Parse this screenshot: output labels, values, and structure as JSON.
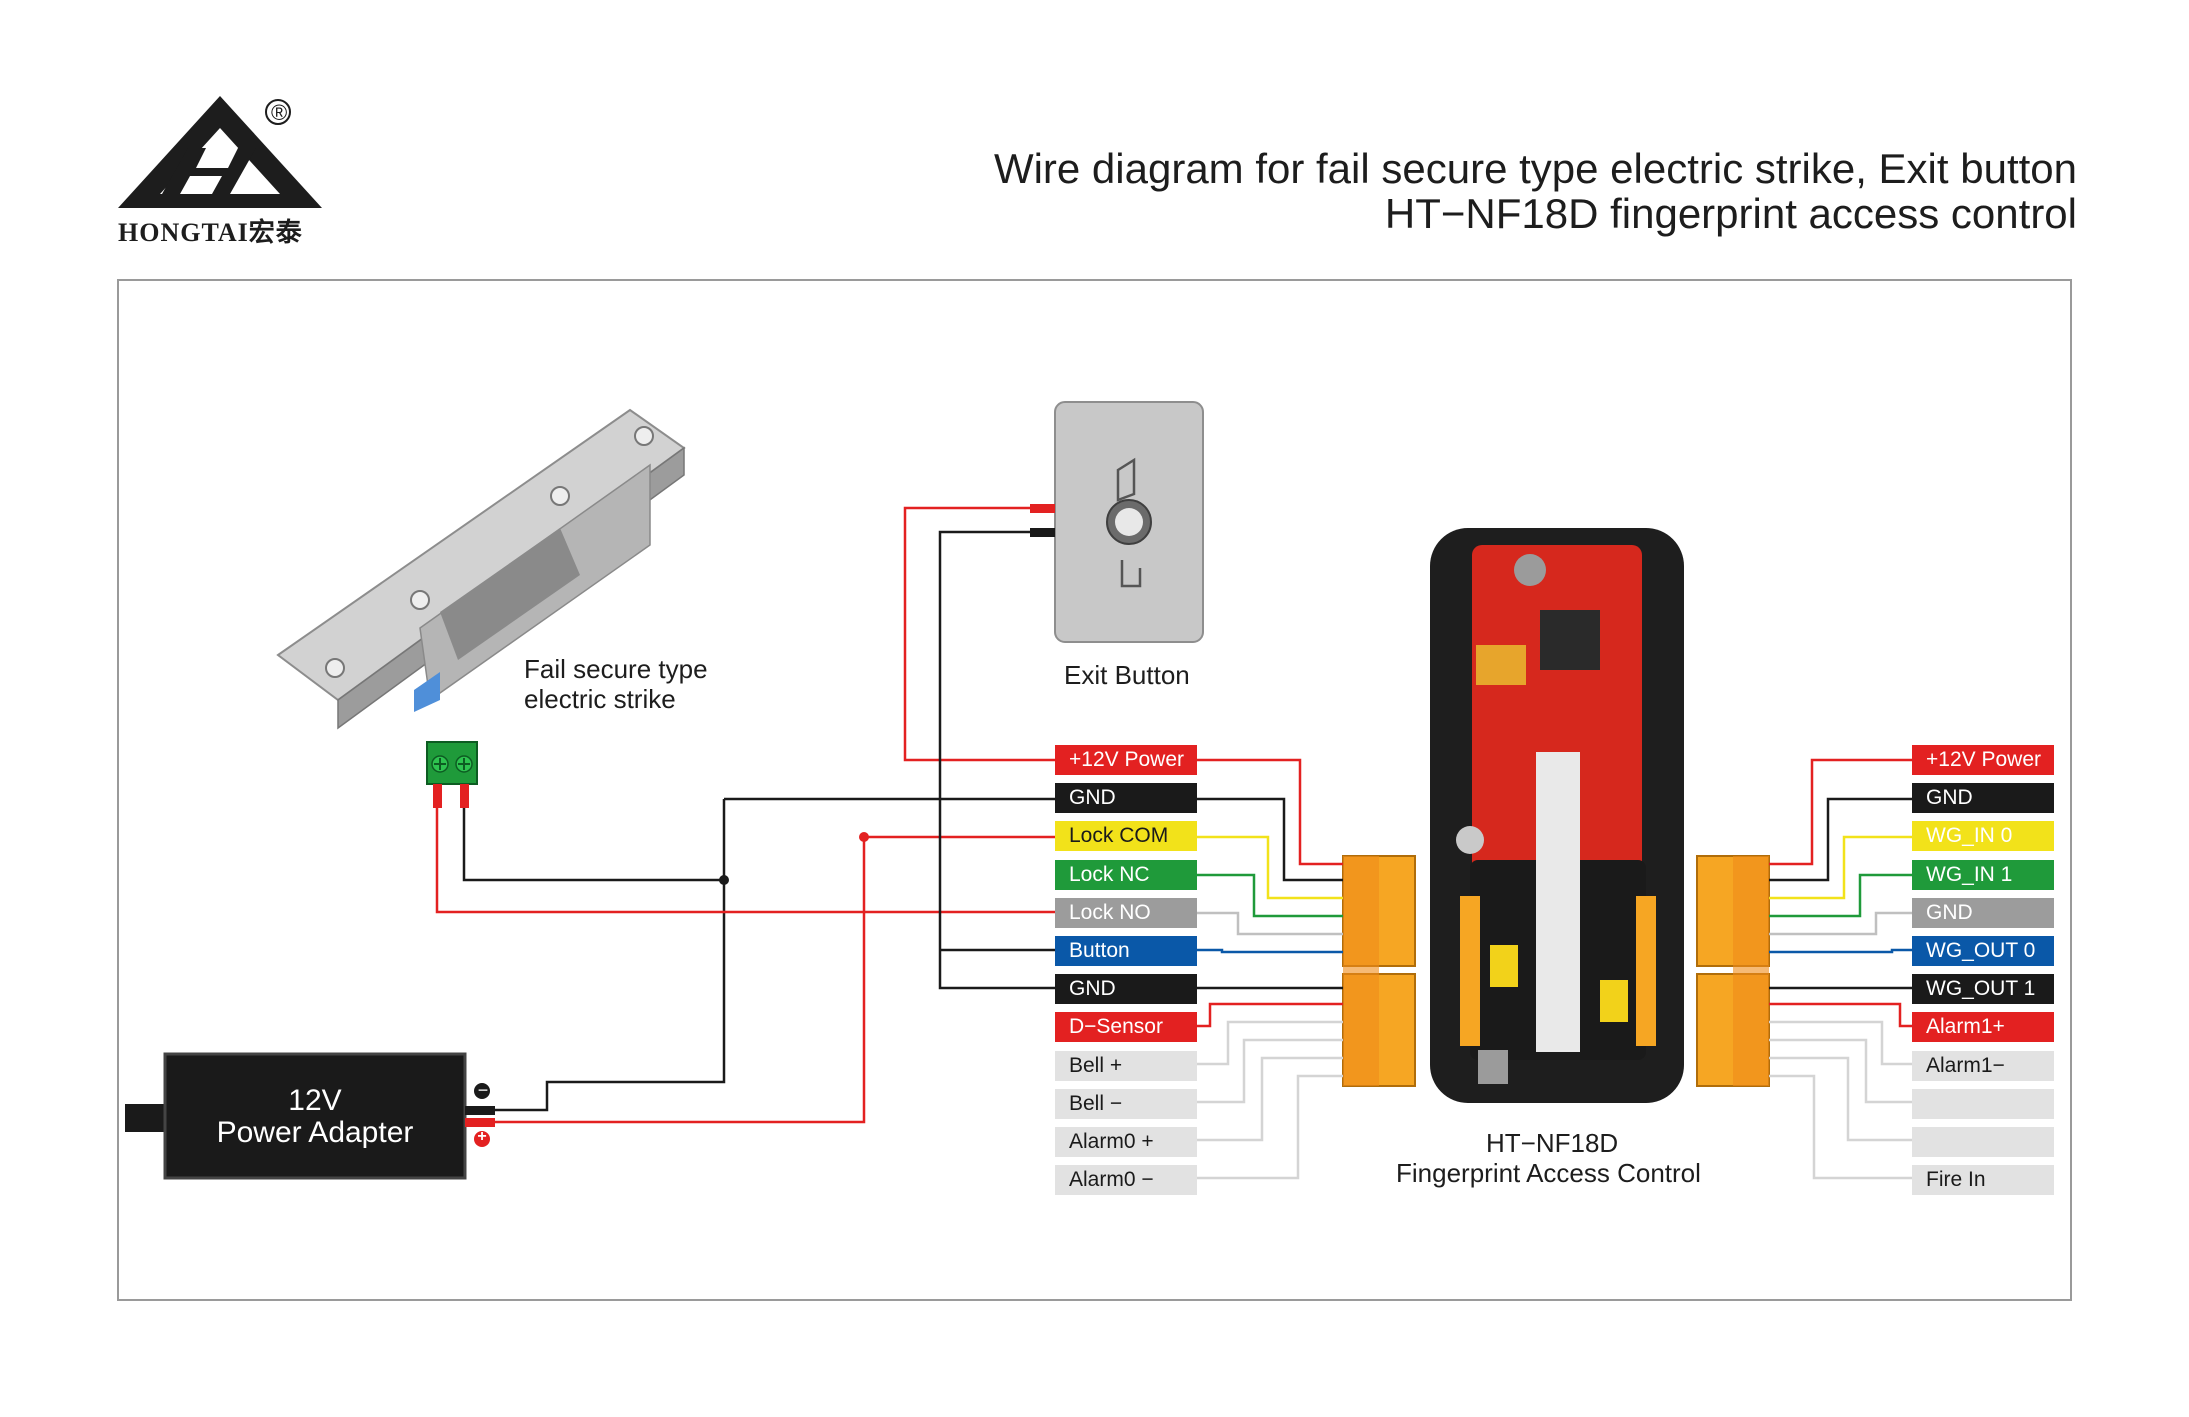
{
  "header": {
    "brand": "HONGTAI宏泰",
    "registered_mark": "®",
    "title_line1": "Wire diagram for fail secure type electric strike, Exit button",
    "title_line2": "HT−NF18D fingerprint access control"
  },
  "components": {
    "strike_caption_line1": "Fail secure type",
    "strike_caption_line2": "electric strike",
    "exit_button_caption": "Exit Button",
    "controller_caption_line1": "HT−NF18D",
    "controller_caption_line2": "Fingerprint Access Control",
    "adapter_line1": "12V",
    "adapter_line2": "Power Adapter",
    "adapter_minus": "−",
    "adapter_plus": "+"
  },
  "left_terminals": [
    {
      "label": "+12V Power",
      "bg": "#e32121",
      "fg": "#ffffff"
    },
    {
      "label": "GND",
      "bg": "#1a1a1a",
      "fg": "#ffffff"
    },
    {
      "label": "Lock COM",
      "bg": "#f2e21a",
      "fg": "#1a1a1a"
    },
    {
      "label": "Lock NC",
      "bg": "#1f9a3a",
      "fg": "#ffffff"
    },
    {
      "label": "Lock NO",
      "bg": "#9c9c9c",
      "fg": "#ffffff"
    },
    {
      "label": "Button",
      "bg": "#0a58a8",
      "fg": "#ffffff"
    },
    {
      "label": "GND",
      "bg": "#1a1a1a",
      "fg": "#ffffff"
    },
    {
      "label": "D−Sensor",
      "bg": "#e32121",
      "fg": "#ffffff"
    },
    {
      "label": "Bell +",
      "bg": "#e2e2e2",
      "fg": "#1a1a1a"
    },
    {
      "label": "Bell −",
      "bg": "#e2e2e2",
      "fg": "#1a1a1a"
    },
    {
      "label": "Alarm0 +",
      "bg": "#e2e2e2",
      "fg": "#1a1a1a"
    },
    {
      "label": "Alarm0 −",
      "bg": "#e2e2e2",
      "fg": "#1a1a1a"
    }
  ],
  "right_terminals": [
    {
      "label": "+12V Power",
      "bg": "#e32121",
      "fg": "#ffffff"
    },
    {
      "label": "GND",
      "bg": "#1a1a1a",
      "fg": "#ffffff"
    },
    {
      "label": "WG_IN 0",
      "bg": "#f2e21a",
      "fg": "#ffffff"
    },
    {
      "label": "WG_IN 1",
      "bg": "#1f9a3a",
      "fg": "#ffffff"
    },
    {
      "label": "GND",
      "bg": "#9c9c9c",
      "fg": "#ffffff"
    },
    {
      "label": "WG_OUT 0",
      "bg": "#0a58a8",
      "fg": "#ffffff"
    },
    {
      "label": "WG_OUT 1",
      "bg": "#1a1a1a",
      "fg": "#ffffff"
    },
    {
      "label": "Alarm1+",
      "bg": "#e32121",
      "fg": "#ffffff"
    },
    {
      "label": "Alarm1−",
      "bg": "#e2e2e2",
      "fg": "#1a1a1a"
    },
    {
      "label": "",
      "bg": "#e2e2e2",
      "fg": "#1a1a1a"
    },
    {
      "label": "",
      "bg": "#e2e2e2",
      "fg": "#1a1a1a"
    },
    {
      "label": "Fire In",
      "bg": "#e2e2e2",
      "fg": "#1a1a1a"
    }
  ],
  "colors": {
    "wire_red": "#e32121",
    "wire_black": "#1a1a1a",
    "wire_yellow": "#f2e21a",
    "wire_green": "#1f9a3a",
    "wire_gray": "#9c9c9c",
    "wire_blue": "#0a58a8",
    "wire_light": "#d4d4d4",
    "connector_orange": "#f6a623",
    "pcb_red": "#d6281d"
  }
}
